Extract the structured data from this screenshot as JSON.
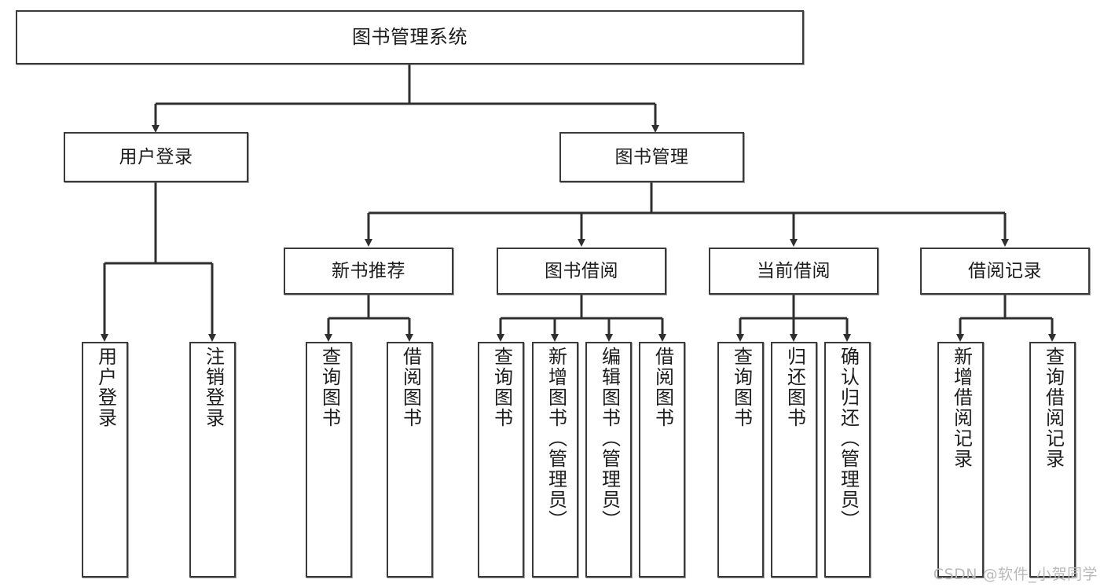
{
  "diagram": {
    "type": "tree-hierarchy",
    "title": "图书管理系统",
    "watermark": "CSDN @软件_小贺同学",
    "colors": {
      "node_border": "#3a3a3a",
      "node_fill": "#ffffff",
      "connector": "#2f2f2f",
      "text": "#1c1c1c",
      "watermark": "#b9b9b9"
    },
    "levels": {
      "root": {
        "label": "图书管理系统"
      },
      "level2": [
        {
          "label": "用户登录"
        },
        {
          "label": "图书管理"
        }
      ],
      "level3": [
        {
          "label": "新书推荐"
        },
        {
          "label": "图书借阅"
        },
        {
          "label": "当前借阅"
        },
        {
          "label": "借阅记录"
        }
      ],
      "leaves": {
        "用户登录": [
          {
            "label": "用户登录"
          },
          {
            "label": "注销登录"
          }
        ],
        "新书推荐": [
          {
            "label": "查询图书"
          },
          {
            "label": "借阅图书"
          }
        ],
        "图书借阅": [
          {
            "label": "查询图书"
          },
          {
            "label": "新增图书（管理员）"
          },
          {
            "label": "编辑图书（管理员）"
          },
          {
            "label": "借阅图书"
          }
        ],
        "当前借阅": [
          {
            "label": "查询图书"
          },
          {
            "label": "归还图书"
          },
          {
            "label": "确认归还（管理员）"
          }
        ],
        "借阅记录": [
          {
            "label": "新增借阅记录"
          },
          {
            "label": "查询借阅记录"
          }
        ]
      }
    }
  }
}
